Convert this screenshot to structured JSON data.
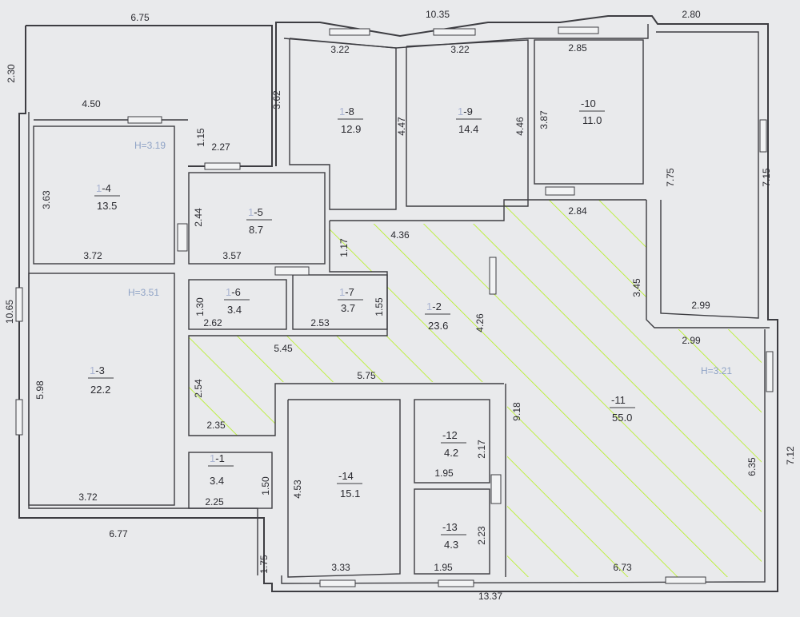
{
  "plan": {
    "rooms": [
      {
        "id": "1-1",
        "prefix": "1",
        "suffix": "-1",
        "area": "3.4"
      },
      {
        "id": "1-2",
        "prefix": "1",
        "suffix": "-2",
        "area": "23.6"
      },
      {
        "id": "1-3",
        "prefix": "1",
        "suffix": "-3",
        "area": "22.2"
      },
      {
        "id": "1-4",
        "prefix": "1",
        "suffix": "-4",
        "area": "13.5"
      },
      {
        "id": "1-5",
        "prefix": "1",
        "suffix": "-5",
        "area": "8.7"
      },
      {
        "id": "1-6",
        "prefix": "1",
        "suffix": "-6",
        "area": "3.4"
      },
      {
        "id": "1-7",
        "prefix": "1",
        "suffix": "-7",
        "area": "3.7"
      },
      {
        "id": "1-8",
        "prefix": "1",
        "suffix": "-8",
        "area": "12.9"
      },
      {
        "id": "1-9",
        "prefix": "1",
        "suffix": "-9",
        "area": "14.4"
      },
      {
        "id": "1-10",
        "prefix": "",
        "suffix": "-10",
        "area": "11.0"
      },
      {
        "id": "1-11",
        "prefix": "",
        "suffix": "-11",
        "area": "55.0"
      },
      {
        "id": "1-12",
        "prefix": "",
        "suffix": "-12",
        "area": "4.2"
      },
      {
        "id": "1-13",
        "prefix": "",
        "suffix": "-13",
        "area": "4.3"
      },
      {
        "id": "1-14",
        "prefix": "",
        "suffix": "-14",
        "area": "15.1"
      }
    ],
    "heights": [
      "Н=3.19",
      "Н=3.51",
      "Н=3.21"
    ],
    "dimensions": [
      "6.75",
      "10.35",
      "2.80",
      "2.30",
      "3.22",
      "3.22",
      "2.85",
      "4.50",
      "3.62",
      "4.47",
      "4.46",
      "3.87",
      "7.75",
      "7.15",
      "1.15",
      "2.27",
      "3.63",
      "2.44",
      "2.84",
      "4.36",
      "1.17",
      "3.72",
      "3.57",
      "3.45",
      "1.30",
      "1.55",
      "2.99",
      "10.65",
      "2.62",
      "2.53",
      "4.26",
      "2.99",
      "5.45",
      "5.98",
      "2.54",
      "5.75",
      "9.18",
      "2.17",
      "2.35",
      "1.95",
      "1.50",
      "4.53",
      "6.35",
      "7.12",
      "3.72",
      "2.25",
      "2.23",
      "6.77",
      "1.75",
      "3.33",
      "1.95",
      "6.73",
      "13.37"
    ]
  }
}
